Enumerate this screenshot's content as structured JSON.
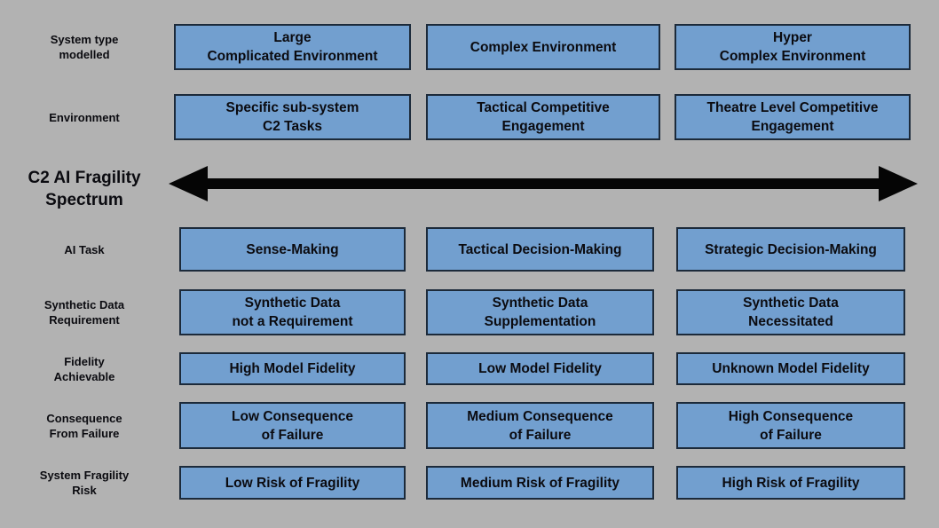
{
  "colors": {
    "background": "#b2b2b2",
    "box_fill": "#729fcf",
    "box_border": "#1c2a3a",
    "arrow": "#050505",
    "text": "#0b0b10"
  },
  "spectrum": {
    "title": "C2 AI Fragility\nSpectrum",
    "arrow_icon": "double-headed-horizontal-arrow"
  },
  "rows": [
    {
      "label": "System type\nmodelled",
      "cells": [
        "Large\nComplicated Environment",
        "Complex Environment",
        "Hyper\nComplex Environment"
      ]
    },
    {
      "label": "Environment",
      "cells": [
        "Specific sub-system\nC2 Tasks",
        "Tactical Competitive\nEngagement",
        "Theatre Level Competitive\nEngagement"
      ]
    },
    {
      "label": "AI Task",
      "cells": [
        "Sense-Making",
        "Tactical Decision-Making",
        "Strategic Decision-Making"
      ]
    },
    {
      "label": "Synthetic Data\nRequirement",
      "cells": [
        "Synthetic Data\nnot a Requirement",
        "Synthetic Data\nSupplementation",
        "Synthetic Data\nNecessitated"
      ]
    },
    {
      "label": "Fidelity\nAchievable",
      "cells": [
        "High Model Fidelity",
        "Low Model Fidelity",
        "Unknown Model Fidelity"
      ]
    },
    {
      "label": "Consequence\nFrom Failure",
      "cells": [
        "Low Consequence\nof Failure",
        "Medium Consequence\nof Failure",
        "High Consequence\nof Failure"
      ]
    },
    {
      "label": "System Fragility\nRisk",
      "cells": [
        "Low Risk of Fragility",
        "Medium Risk of Fragility",
        "High Risk of Fragility"
      ]
    }
  ]
}
